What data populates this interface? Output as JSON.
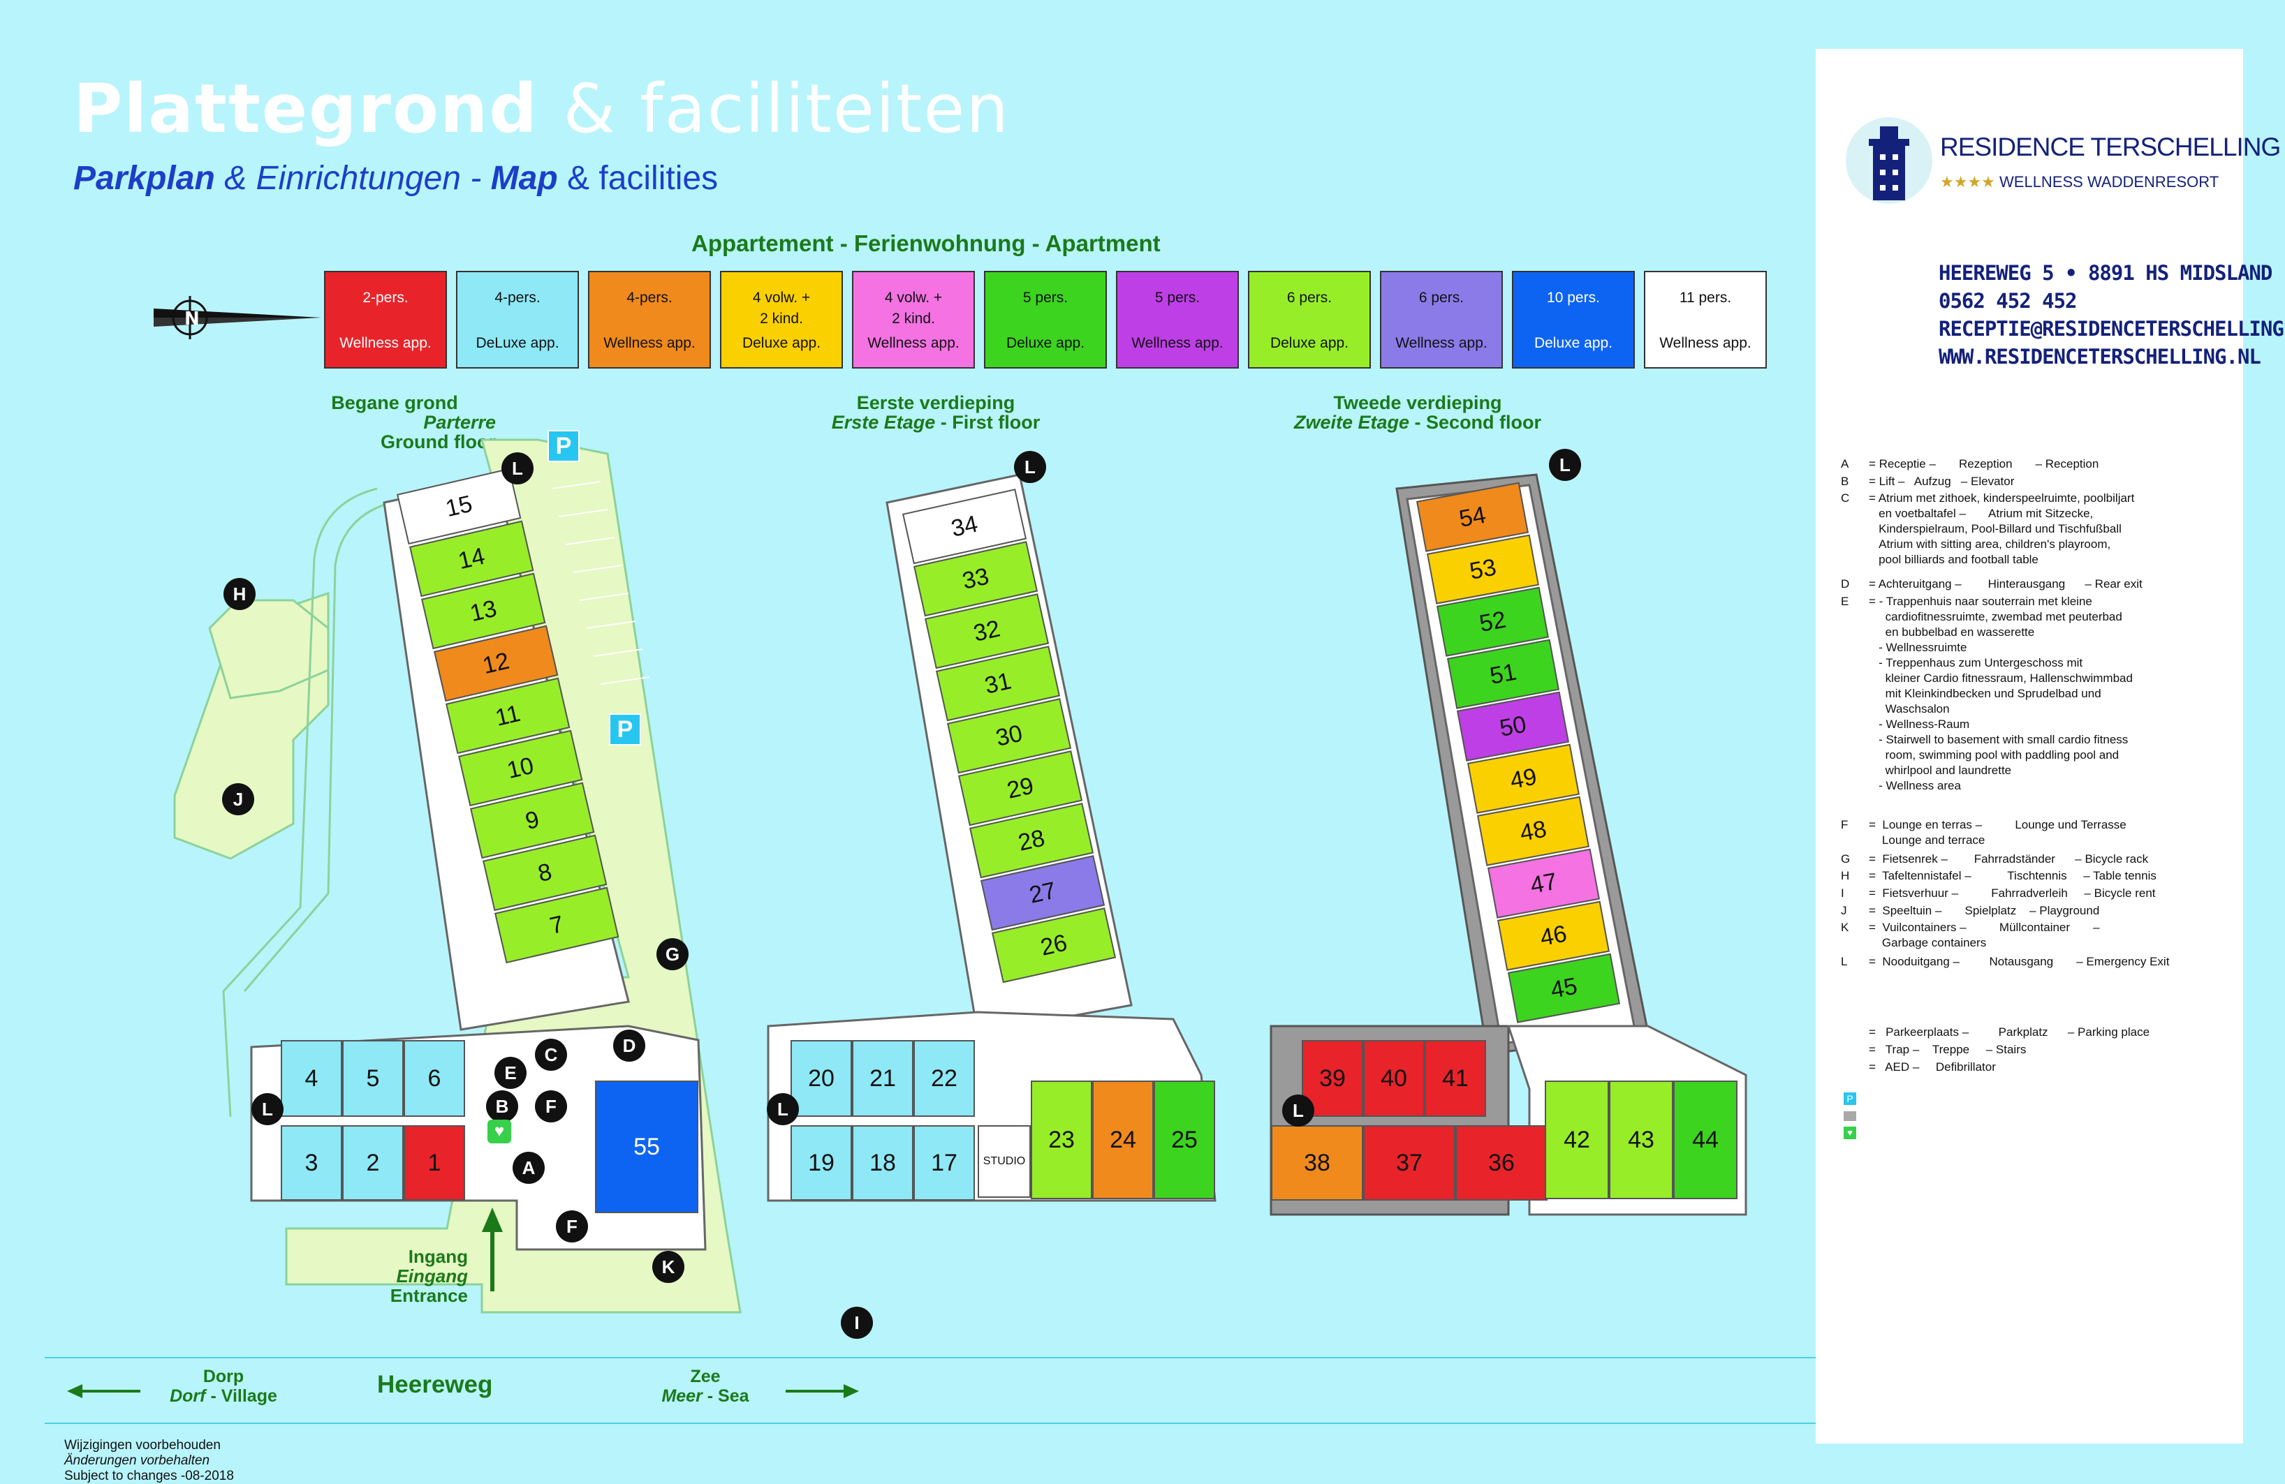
{
  "header": {
    "title_bold": "Plattegrond",
    "title_light": "& faciliteiten",
    "subtitle_parkplan": "Parkplan",
    "subtitle_einrichtungen": "& Einrichtungen  -",
    "subtitle_map": "Map",
    "subtitle_facilities": "& facilities"
  },
  "legend": {
    "heading": "Appartement - Ferienwohnung - Apartment",
    "items": [
      {
        "l1": "2-pers.",
        "l2": "Wellness app.",
        "color": "#e8232a",
        "text": "#ffffff"
      },
      {
        "l1": "4-pers.",
        "l2": "DeLuxe app.",
        "color": "#8ee8f5",
        "text": "#111111"
      },
      {
        "l1": "4-pers.",
        "l2": "Wellness app.",
        "color": "#f08a1c",
        "text": "#111111"
      },
      {
        "l1": "4 volw. +\n2 kind.",
        "l2": "Deluxe app.",
        "color": "#fbd000",
        "text": "#111111"
      },
      {
        "l1": "4 volw. +\n2 kind.",
        "l2": "Wellness app.",
        "color": "#f472e2",
        "text": "#111111"
      },
      {
        "l1": "5 pers.",
        "l2": "Deluxe app.",
        "color": "#3dd41f",
        "text": "#111111"
      },
      {
        "l1": "5 pers.",
        "l2": "Wellness app.",
        "color": "#bf3fe6",
        "text": "#111111"
      },
      {
        "l1": "6 pers.",
        "l2": "Deluxe app.",
        "color": "#97ee28",
        "text": "#111111"
      },
      {
        "l1": "6 pers.",
        "l2": "Wellness app.",
        "color": "#8a7be8",
        "text": "#111111"
      },
      {
        "l1": "10 pers.",
        "l2": "Deluxe app.",
        "color": "#0d64f2",
        "text": "#ffffff"
      },
      {
        "l1": "11 pers.",
        "l2": "Wellness app.",
        "color": "#ffffff",
        "text": "#111111"
      }
    ]
  },
  "floors": {
    "ground": {
      "l1": "Begane grond",
      "l2": "Parterre",
      "l3": "Ground floor"
    },
    "first": {
      "l1": "Eerste verdieping",
      "l2": "Erste Etage",
      "l3": "- First floor"
    },
    "second": {
      "l1": "Tweede verdieping",
      "l2": "Zweite Etage",
      "l3": "- Second floor"
    }
  },
  "units": {
    "ground_tower": [
      "15",
      "14",
      "13",
      "12",
      "11",
      "10",
      "9",
      "8",
      "7"
    ],
    "ground_tower_colors": [
      "#ffffff",
      "#97ee28",
      "#97ee28",
      "#f08a1c",
      "#97ee28",
      "#97ee28",
      "#97ee28",
      "#97ee28",
      "#97ee28"
    ],
    "ground_top": [
      "4",
      "5",
      "6"
    ],
    "ground_bottom": [
      "3",
      "2",
      "1"
    ],
    "ground_bottom_colors": [
      "#8ee8f5",
      "#8ee8f5",
      "#e8232a"
    ],
    "ground_big": "55",
    "first_tower": [
      "34",
      "33",
      "32",
      "31",
      "30",
      "29",
      "28",
      "27",
      "26"
    ],
    "first_tower_colors": [
      "#ffffff",
      "#97ee28",
      "#97ee28",
      "#97ee28",
      "#97ee28",
      "#97ee28",
      "#97ee28",
      "#8a7be8",
      "#97ee28"
    ],
    "first_top": [
      "20",
      "21",
      "22"
    ],
    "first_bottom": [
      "19",
      "18",
      "17"
    ],
    "studio": "STUDIO",
    "first_right": [
      "23",
      "24",
      "25"
    ],
    "first_right_colors": [
      "#97ee28",
      "#f08a1c",
      "#3dd41f"
    ],
    "second_tower": [
      "54",
      "53",
      "52",
      "51",
      "50",
      "49",
      "48",
      "47",
      "46",
      "45"
    ],
    "second_tower_colors": [
      "#f08a1c",
      "#fbd000",
      "#3dd41f",
      "#3dd41f",
      "#bf3fe6",
      "#fbd000",
      "#fbd000",
      "#f472e2",
      "#fbd000",
      "#3dd41f"
    ],
    "second_top": [
      "39",
      "40",
      "41"
    ],
    "second_bottom": [
      "38",
      "37",
      "36"
    ],
    "second_bottom_colors": [
      "#f08a1c",
      "#e8232a",
      "#e8232a"
    ],
    "second_right": [
      "42",
      "43",
      "44"
    ],
    "second_right_colors": [
      "#97ee28",
      "#97ee28",
      "#3dd41f"
    ]
  },
  "markers": {
    "A": "A",
    "B": "B",
    "C": "C",
    "D": "D",
    "E": "E",
    "F": "F",
    "G": "G",
    "H": "H",
    "I": "I",
    "J": "J",
    "K": "K",
    "L": "L",
    "P": "P"
  },
  "entrance": {
    "l1": "Ingang",
    "l2": "Eingang",
    "l3": "Entrance"
  },
  "road": {
    "dorp_l1": "Dorp",
    "dorp_l2": "Dorf",
    "dorp_l3": "- Village",
    "name": "Heereweg",
    "zee_l1": "Zee",
    "zee_l2": "Meer",
    "zee_l3": "- Sea"
  },
  "footer": {
    "l1": "Wijzigingen voorbehouden",
    "l2": "Änderungen vorbehalten",
    "l3": "Subject to changes -08-2018"
  },
  "brand": {
    "name": "RESIDENCE TERSCHELLING",
    "stars": "★★★★",
    "tagline": "WELLNESS WADDENRESORT"
  },
  "contact": {
    "address": "HEEREWEG 5  •  8891 HS MIDSLAND",
    "phone": "0562 452 452",
    "email": "RECEPTIE@RESIDENCETERSCHELLING.NL",
    "web": "WWW.RESIDENCETERSCHELLING.NL"
  },
  "key": [
    {
      "k": "A",
      "t": "= Receptie –       Rezeption       – Reception"
    },
    {
      "k": "B",
      "t": "= Lift –   Aufzug   – Elevator"
    },
    {
      "k": "C",
      "t": "= Atrium met zithoek, kinderspeelruimte, poolbiljart\n   en voetbaltafel –       Atrium mit Sitzecke,\n   Kinderspielraum, Pool-Billard und Tischfußball\n   Atrium with sitting area, children's playroom,\n   pool billiards and football table"
    },
    {
      "k": "D",
      "t": "= Achteruitgang –        Hinterausgang      – Rear exit"
    },
    {
      "k": "E",
      "t": "= - Trappenhuis naar souterrain met kleine\n     cardiofitnessruimte, zwembad met peuterbad\n     en bubbelbad en wasserette\n   - Wellnessruimte\n   - Treppenhaus zum Untergeschoss mit\n     kleiner Cardio fitnessraum, Hallenschwimmbad\n     mit Kleinkindbecken und Sprudelbad und\n     Waschsalon\n   - Wellness-Raum\n   - Stairwell to basement with small cardio fitness\n     room, swimming pool with paddling pool and\n     whirlpool and laundrette\n   - Wellness area"
    },
    {
      "k": "F",
      "t": "=  Lounge en terras –          Lounge und Terrasse\n    Lounge and terrace"
    },
    {
      "k": "G",
      "t": "=  Fietsenrek –        Fahrradständer      – Bicycle rack"
    },
    {
      "k": "H",
      "t": "=  Tafeltennistafel –           Tischtennis     – Table tennis"
    },
    {
      "k": "I",
      "t": "=  Fietsverhuur –          Fahrradverleih     – Bicycle rent"
    },
    {
      "k": "J",
      "t": "=  Speeltuin –       Spielplatz    – Playground"
    },
    {
      "k": "K",
      "t": "=  Vuilcontainers –          Müllcontainer       –\n    Garbage containers"
    },
    {
      "k": "L",
      "t": "=  Nooduitgang –         Notausgang       – Emergency Exit"
    }
  ],
  "key2": [
    {
      "t": "=   Parkeerplaats –         Parkplatz      – Parking place"
    },
    {
      "t": "=   Trap –    Treppe     – Stairs"
    },
    {
      "t": "=   AED –     Defibrillator"
    }
  ]
}
